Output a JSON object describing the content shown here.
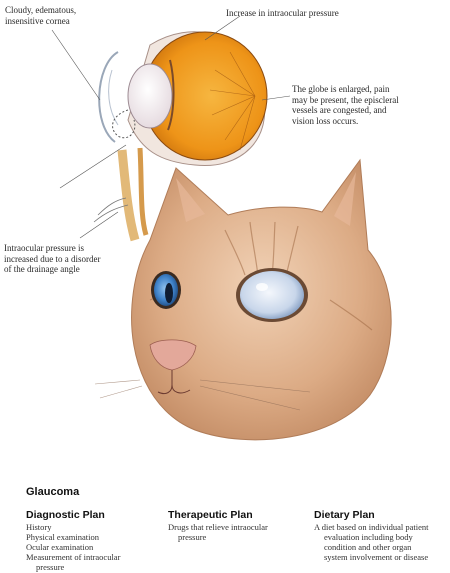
{
  "illustration": {
    "label_cornea_line1": "Cloudy, edematous,",
    "label_cornea_line2": "insensitive cornea",
    "label_pressure": "Increase in intraocular pressure",
    "label_globe_lines": [
      "The globe is enlarged, pain",
      "may be present, the episcleral",
      "vessels are congested, and",
      "vision loss occurs."
    ],
    "label_drainage_lines": [
      "Intraocular pressure is",
      "increased due to a disorder",
      "of the drainage angle"
    ],
    "colors": {
      "iris_orange": "#f0a020",
      "sclera": "#f5ece6",
      "cat_fur": "#d9a57e",
      "cloudy_eye": "#c9d8ec",
      "healthy_eye": "#3f82c9"
    }
  },
  "title": "Glaucoma",
  "diagnostic": {
    "heading": "Diagnostic Plan",
    "items": [
      "History",
      "Physical examination",
      "Ocular examination",
      "Measurement of intraocular",
      "pressure"
    ]
  },
  "therapeutic": {
    "heading": "Therapeutic Plan",
    "items": [
      "Drugs that relieve intraocular",
      "pressure"
    ]
  },
  "dietary": {
    "heading": "Dietary Plan",
    "items": [
      "A diet based on individual patient",
      "evaluation including body",
      "condition and other organ",
      "system involvement or disease"
    ]
  }
}
